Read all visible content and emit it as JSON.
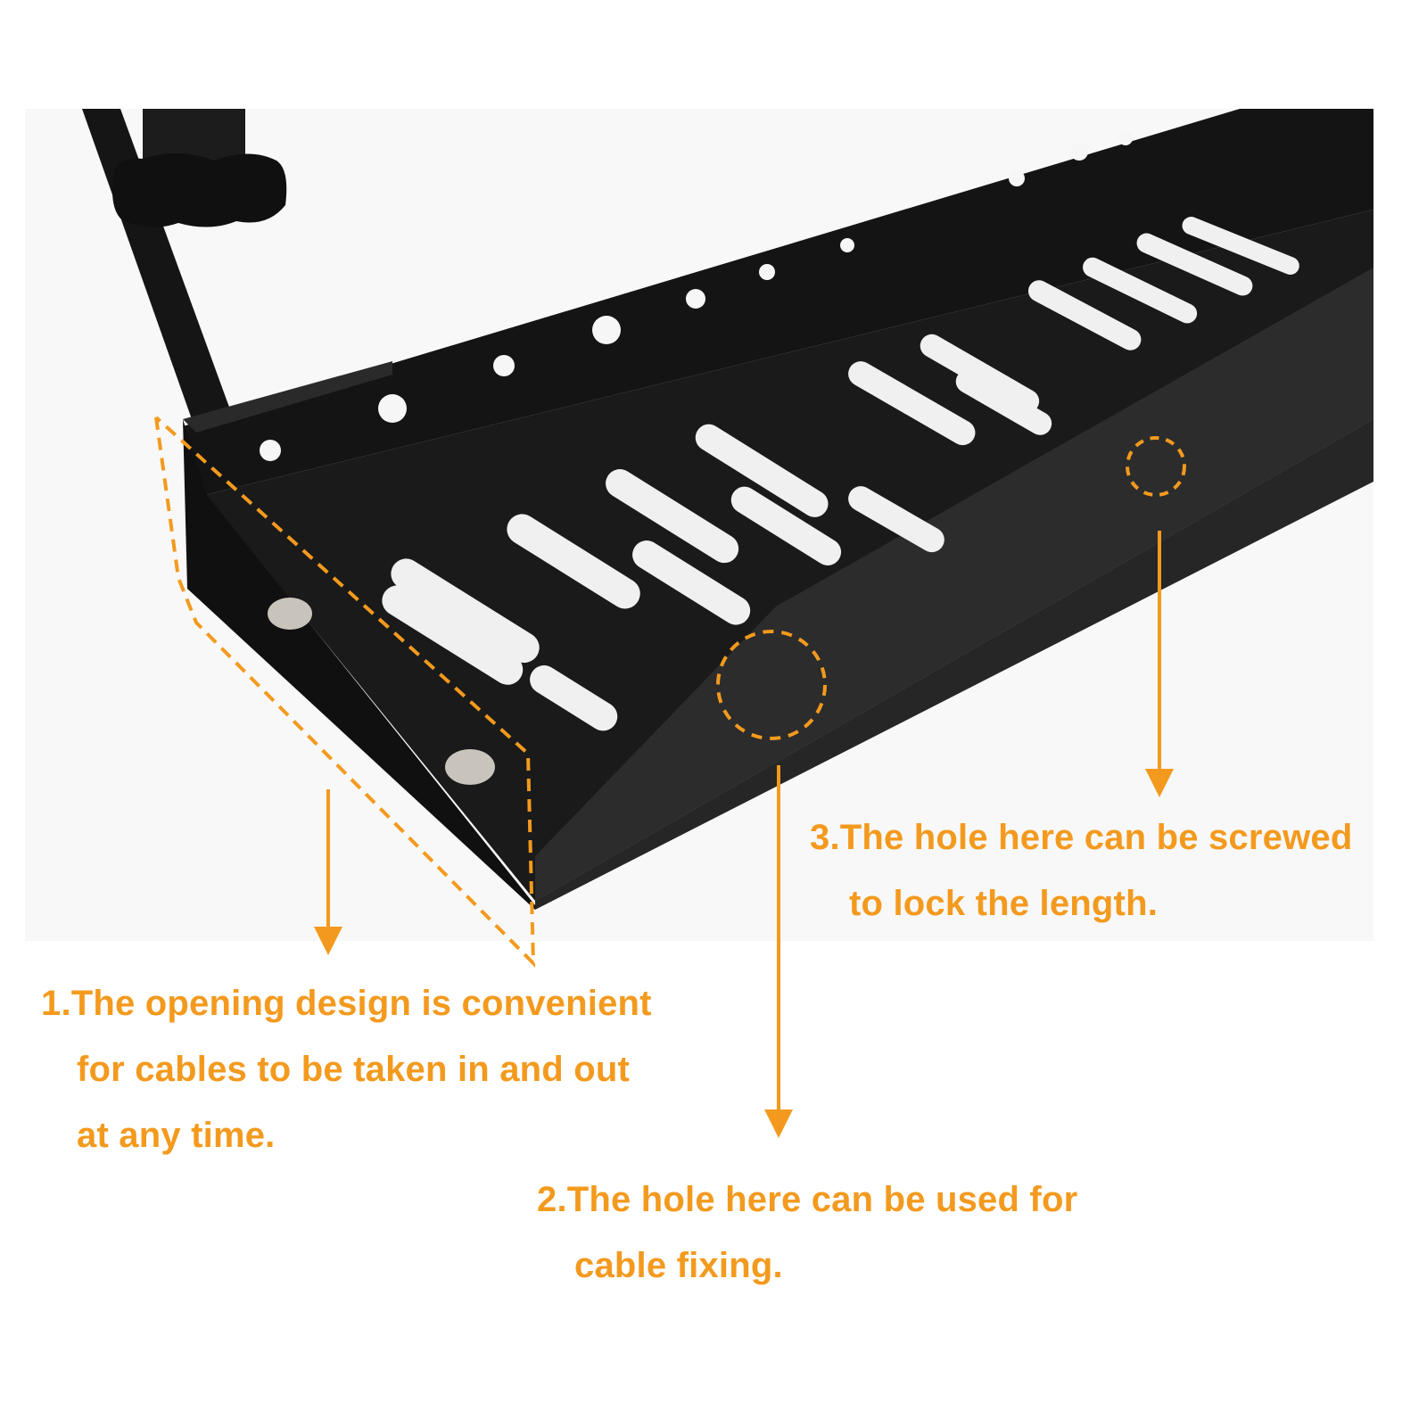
{
  "colors": {
    "accent": "#F39A1E",
    "product": "#1a1a1a",
    "background": "#ffffff",
    "photo_background": "#f8f8f8"
  },
  "photo": {
    "subject": "black metal under-desk cable management tray with clamp"
  },
  "callouts": [
    {
      "number": "1",
      "lines": [
        "1.The opening design is convenient",
        "for cables to be taken in and out",
        "at any time."
      ],
      "marker": "dashed-outline-opening"
    },
    {
      "number": "2",
      "lines": [
        "2.The hole here can be used for",
        "cable fixing."
      ],
      "marker": "dashed-circle-hook-hole"
    },
    {
      "number": "3",
      "lines": [
        "3.The hole here can be screwed",
        "to lock the length."
      ],
      "marker": "dashed-circle-screw-hole"
    }
  ]
}
